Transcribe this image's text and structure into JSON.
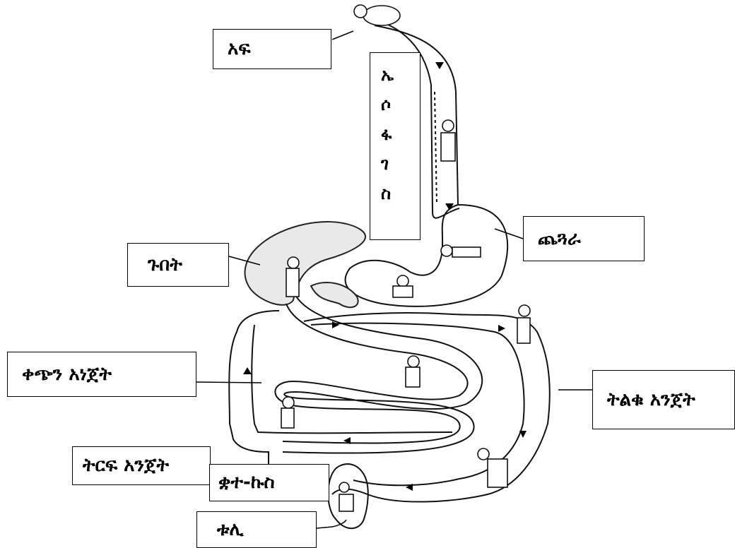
{
  "labels": {
    "mouth": "አፍ",
    "esophagus": [
      "ኤ",
      "ሶ",
      "ፋ",
      "ገ",
      "ስ"
    ],
    "stomach": "ጨጓራ",
    "liver": "ጉበት",
    "small_intestine": "ቀጭን አነጀት",
    "large_intestine": "ትልቁ አንጀት",
    "appendix": "ትርፍ አንጀት",
    "rectum": "ቋተ-ኩስ",
    "anus": "ቱሊ"
  }
}
